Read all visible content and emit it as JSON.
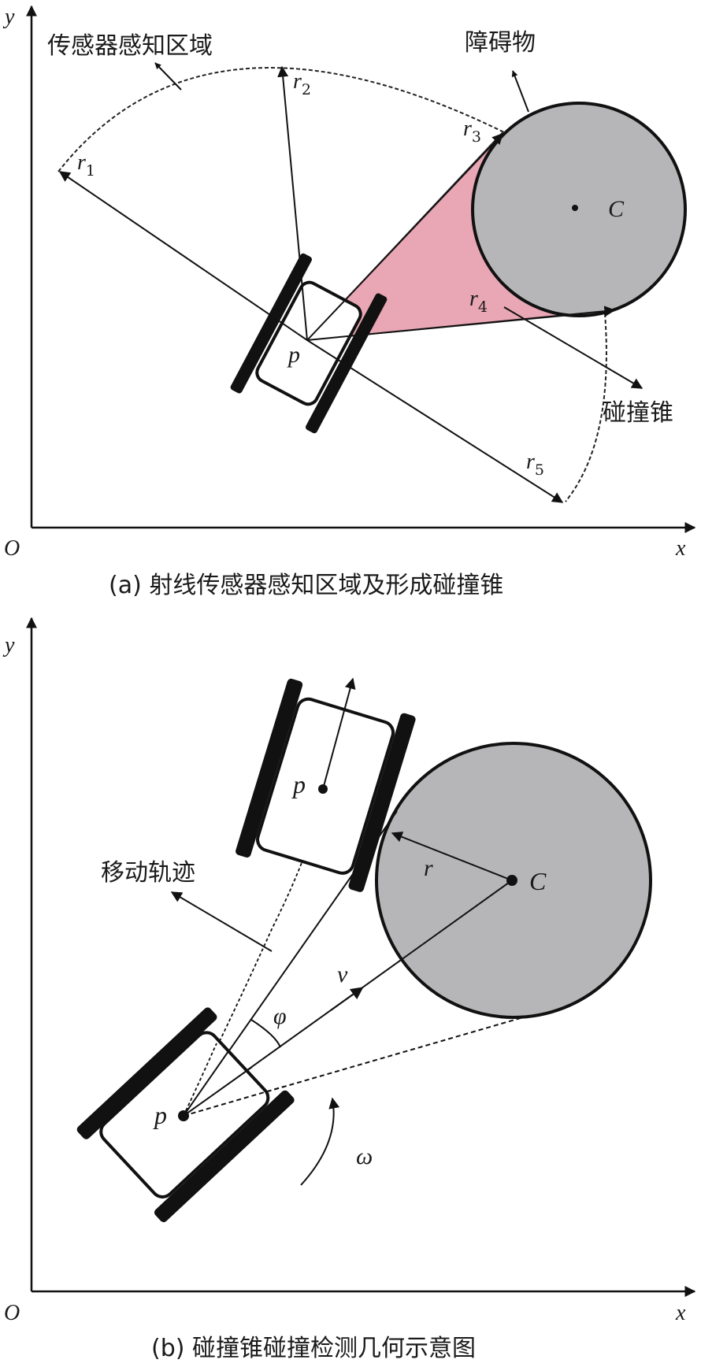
{
  "panel_a": {
    "axis_y": "y",
    "axis_x": "x",
    "origin": "O",
    "sensor_region": "传感器感知区域",
    "obstacle": "障碍物",
    "collision_cone": "碰撞锥",
    "robot": "p",
    "center": "C",
    "rays": [
      {
        "r": "r",
        "sub": "1"
      },
      {
        "r": "r",
        "sub": "2"
      },
      {
        "r": "r",
        "sub": "3"
      },
      {
        "r": "r",
        "sub": "4"
      },
      {
        "r": "r",
        "sub": "5"
      }
    ],
    "caption": "(a) 射线传感器感知区域及形成碰撞锥"
  },
  "panel_b": {
    "axis_y": "y",
    "axis_x": "x",
    "origin": "O",
    "trajectory": "移动轨迹",
    "robot_future": "p",
    "robot_current": "p",
    "center": "C",
    "radius": "r",
    "velocity": "v",
    "angle": "φ",
    "angular": "ω",
    "caption": "(b) 碰撞锥碰撞检测几何示意图"
  },
  "colors": {
    "obstacle_fill": "#b6b6b8",
    "cone_fill": "#e9a6b4",
    "stroke": "#111111"
  }
}
